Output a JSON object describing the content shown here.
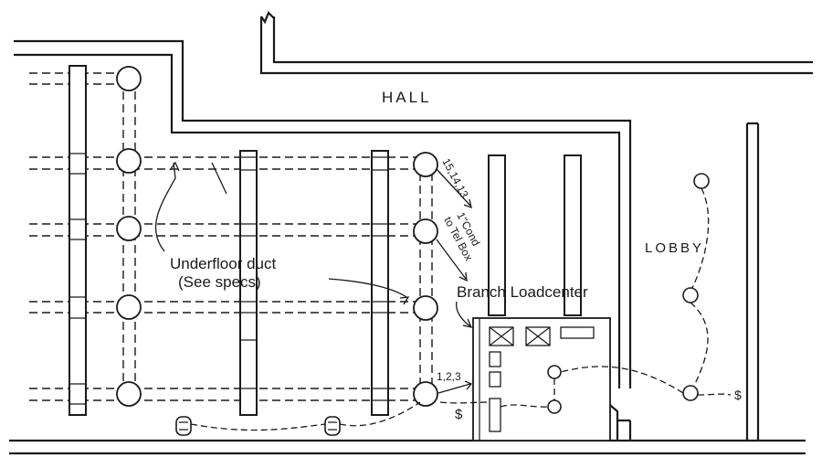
{
  "rooms": {
    "hall": "HALL",
    "lobby": "LOBBY"
  },
  "labels": {
    "duct_line1": "Underfloor duct",
    "duct_line2": "(See specs)",
    "branch_loadcenter": "Branch Loadcenter",
    "circuits_top": "15,14,13",
    "conduit_line1": "1\"Cond",
    "conduit_line2": "to Tel Box",
    "circuits_bottom": "1,2,3",
    "switch_left": "$",
    "switch_right": "$"
  }
}
